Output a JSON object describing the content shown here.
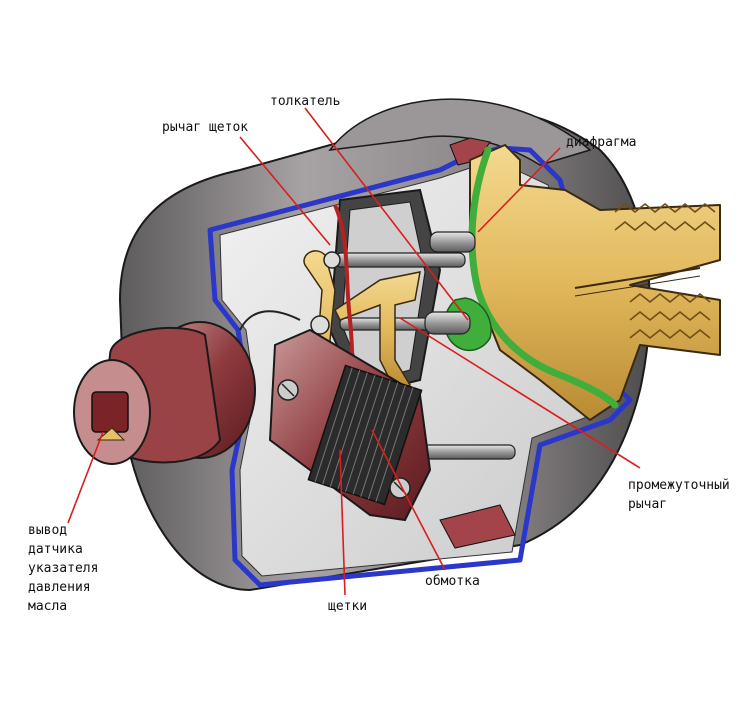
{
  "labels": {
    "pusher": "толкатель",
    "brush_lever": "рычаг щеток",
    "diaphragm": "диафрагма",
    "intermediate_lever": [
      "промежуточный",
      "рычаг"
    ],
    "sensor_output": [
      "вывод",
      "датчика",
      "указателя",
      "давления",
      "масла"
    ],
    "winding": "обмотка",
    "brushes": "щетки"
  },
  "colors": {
    "leader_line": "#d81e1e",
    "housing_gray": "#7d7a7c",
    "housing_blue": "#2a37c8",
    "brass": "#e6c06a",
    "maroon": "#8c2f33",
    "green": "#3fae3a"
  }
}
